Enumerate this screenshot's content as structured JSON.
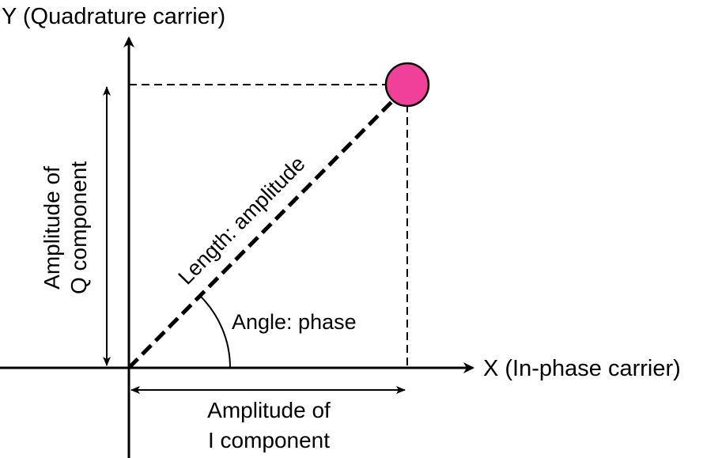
{
  "axes": {
    "y_label": "Y (Quadrature carrier)",
    "x_label": "X (In-phase carrier)"
  },
  "labels": {
    "q_component_line1": "Amplitude of",
    "q_component_line2": "Q component",
    "i_component_line1": "Amplitude of",
    "i_component_line2": "I component",
    "length": "Length: amplitude",
    "angle": "Angle: phase"
  },
  "colors": {
    "point": "#f0409a",
    "ink": "#000000"
  }
}
